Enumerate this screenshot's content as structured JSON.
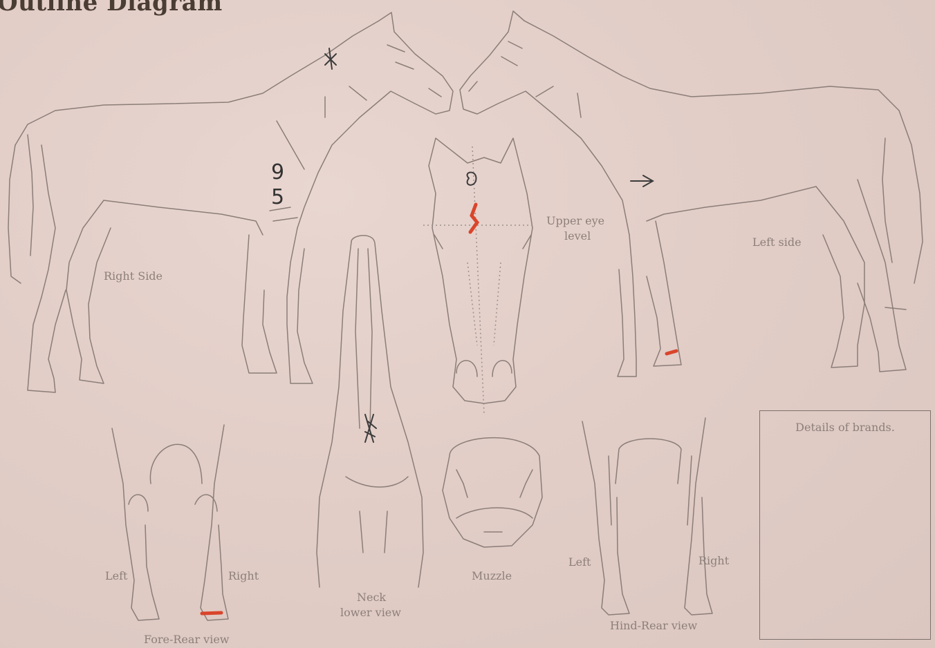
{
  "title": "Outline Diagram",
  "labels": {
    "right_side": "Right Side",
    "left_side": "Left side",
    "upper_eye": "Upper eye",
    "upper_eye_level": "level",
    "fore_left": "Left",
    "fore_right": "Right",
    "fore_rear_view": "Fore-Rear view",
    "neck": "Neck",
    "neck_lower_view": "lower view",
    "muzzle": "Muzzle",
    "hind_left": "Left",
    "hind_right": "Right",
    "hind_rear_view": "Hind-Rear view"
  },
  "brands_box": {
    "header": "Details of brands."
  },
  "handwriting": {
    "brand_number_top": "9",
    "brand_number_bottom": "5"
  },
  "colors": {
    "outline": "#8a7d78",
    "marking_red": "#d9452b",
    "ink": "#3b3b3b"
  }
}
